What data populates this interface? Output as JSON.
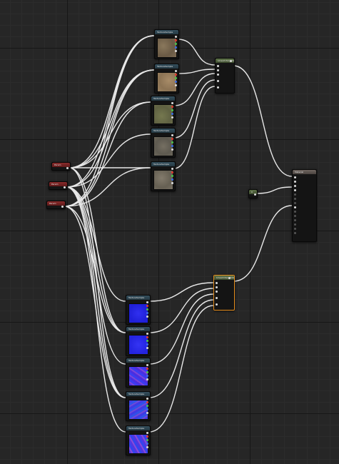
{
  "editor": {
    "title": "Material Graph"
  },
  "nodes": {
    "param_label": "Param",
    "tex_label": "TextureSample",
    "lerp_label": "LinearInterpolate",
    "const_label": "0",
    "material_label": "Material"
  },
  "colors": {
    "background": "#262626",
    "wire": "#e8e8e8",
    "param_header": "#7a2525",
    "tex_header": "#2f4756",
    "lerp_header": "#556843",
    "selected_outline": "#e28a1a",
    "pin_red": "#e23b2e",
    "pin_green": "#4cc44c",
    "pin_white": "#dcdcdc"
  },
  "textures": {
    "diffuse": [
      {
        "name": "dirt-texture",
        "tint": "#7a6a52"
      },
      {
        "name": "sand-texture",
        "tint": "#9b8260"
      },
      {
        "name": "grass-texture",
        "tint": "#6d6e4d"
      },
      {
        "name": "rock-texture",
        "tint": "#6b665a"
      },
      {
        "name": "gravel-texture",
        "tint": "#777063"
      }
    ],
    "normal": [
      {
        "name": "normal-flat-1",
        "tint": "#2626e8"
      },
      {
        "name": "normal-flat-2",
        "tint": "#2a2af0"
      },
      {
        "name": "normal-detail-1",
        "tint": "#5a34e0"
      },
      {
        "name": "normal-detail-2",
        "tint": "#4f3ad8"
      },
      {
        "name": "normal-detail-3",
        "tint": "#5b3ce2"
      }
    ]
  }
}
